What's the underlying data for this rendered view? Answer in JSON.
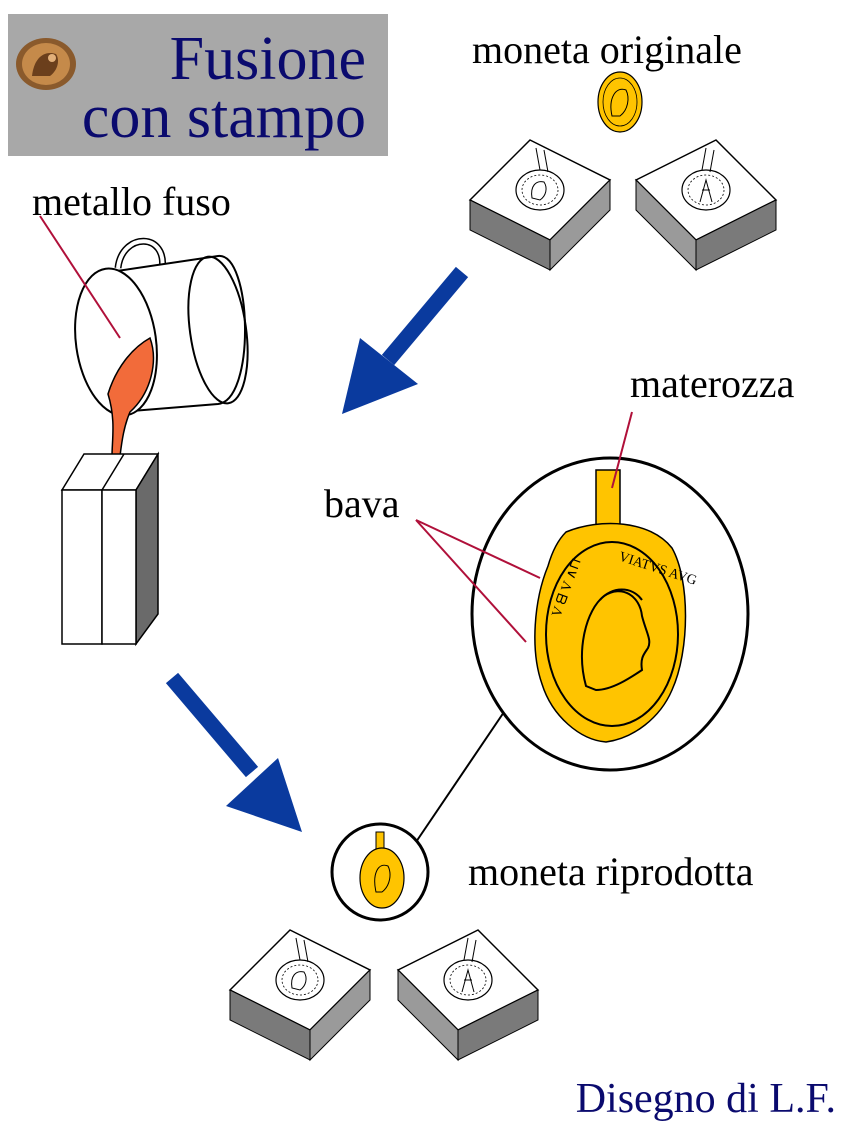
{
  "title": {
    "line1": "Fusione",
    "line2": "con stampo"
  },
  "labels": {
    "original_coin": "moneta originale",
    "molten_metal": "metallo fuso",
    "riser": "materozza",
    "flash": "bava",
    "reproduced_coin": "moneta riprodotta"
  },
  "credit": "Disegno di L.F.",
  "colors": {
    "title_text": "#0a0a6e",
    "title_box": "#a8a8a8",
    "arrow": "#0a3a9e",
    "coin_gold": "#ffc400",
    "molten_metal": "#f26b3a",
    "leader_line": "#b0103a"
  }
}
